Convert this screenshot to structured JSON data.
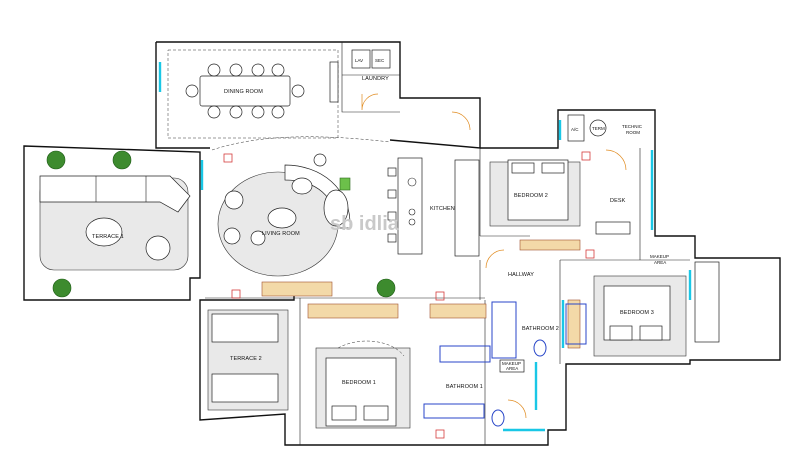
{
  "plan": {
    "rooms": {
      "dining": "DINING ROOM",
      "laundry": "LAUNDRY",
      "lav": "LAV",
      "sec": "SEC",
      "technic": "TECHNIC\nROOM",
      "term": "TERM",
      "ac": "A/C",
      "terrace1": "TERRACE 1",
      "living": "LIVING ROOM",
      "kitchen": "KITCHEN",
      "bedroom2": "BEDROOM 2",
      "desk": "DESK",
      "hallway": "HALLWAY",
      "makeup2": "MAKEUP\nAREA",
      "bathroom2": "BATHROOM 2",
      "bedroom3": "BEDROOM 3",
      "terrace2": "TERRACE 2",
      "bedroom1": "BEDROOM 1",
      "bathroom1": "BATHROOM 1",
      "makeup1": "MAKEUP\nAREA"
    },
    "watermark": "sb idlia",
    "colors": {
      "walls": "#111111",
      "glass": "#19c7e6",
      "wood": "#f3d9a8",
      "plants": "#3d8b2e",
      "doors": "#e08a1e",
      "sanitary": "#2846c8"
    }
  }
}
